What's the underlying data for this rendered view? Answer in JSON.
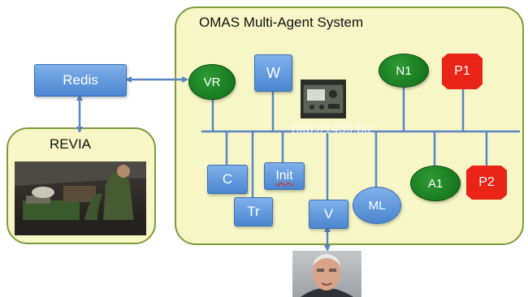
{
  "omas": {
    "title": "OMAS Multi-Agent System"
  },
  "redis": {
    "label": "Redis"
  },
  "revia": {
    "title": "REVIA"
  },
  "watermark": "http://1459.biz",
  "agents": {
    "vr": "VR",
    "w": "W",
    "n1": "N1",
    "p1": "P1",
    "c": "C",
    "init": "Init",
    "tr": "Tr",
    "v": "V",
    "ml": "ML",
    "a1": "A1",
    "p2": "P2"
  },
  "colors": {
    "panel": "#f7f6c6",
    "panel_border": "#7c9c3d",
    "bus": "#5b86c4",
    "green_agent": "#127a1c",
    "red_agent": "#ea2417",
    "blue_box": "#5b92d8"
  },
  "icons": {
    "revia_scene": "3d-soldiers-scene-image",
    "radio_device": "radio-device-image",
    "person_photo": "person-photo-image"
  }
}
